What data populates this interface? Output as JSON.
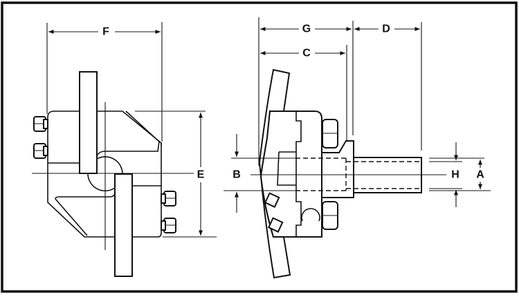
{
  "diagram": {
    "colors": {
      "line": "#111111",
      "background": "#ffffff"
    },
    "labels": {
      "F": "F",
      "E": "E",
      "G": "G",
      "D": "D",
      "C": "C",
      "B": "B",
      "H": "H",
      "A": "A"
    }
  }
}
